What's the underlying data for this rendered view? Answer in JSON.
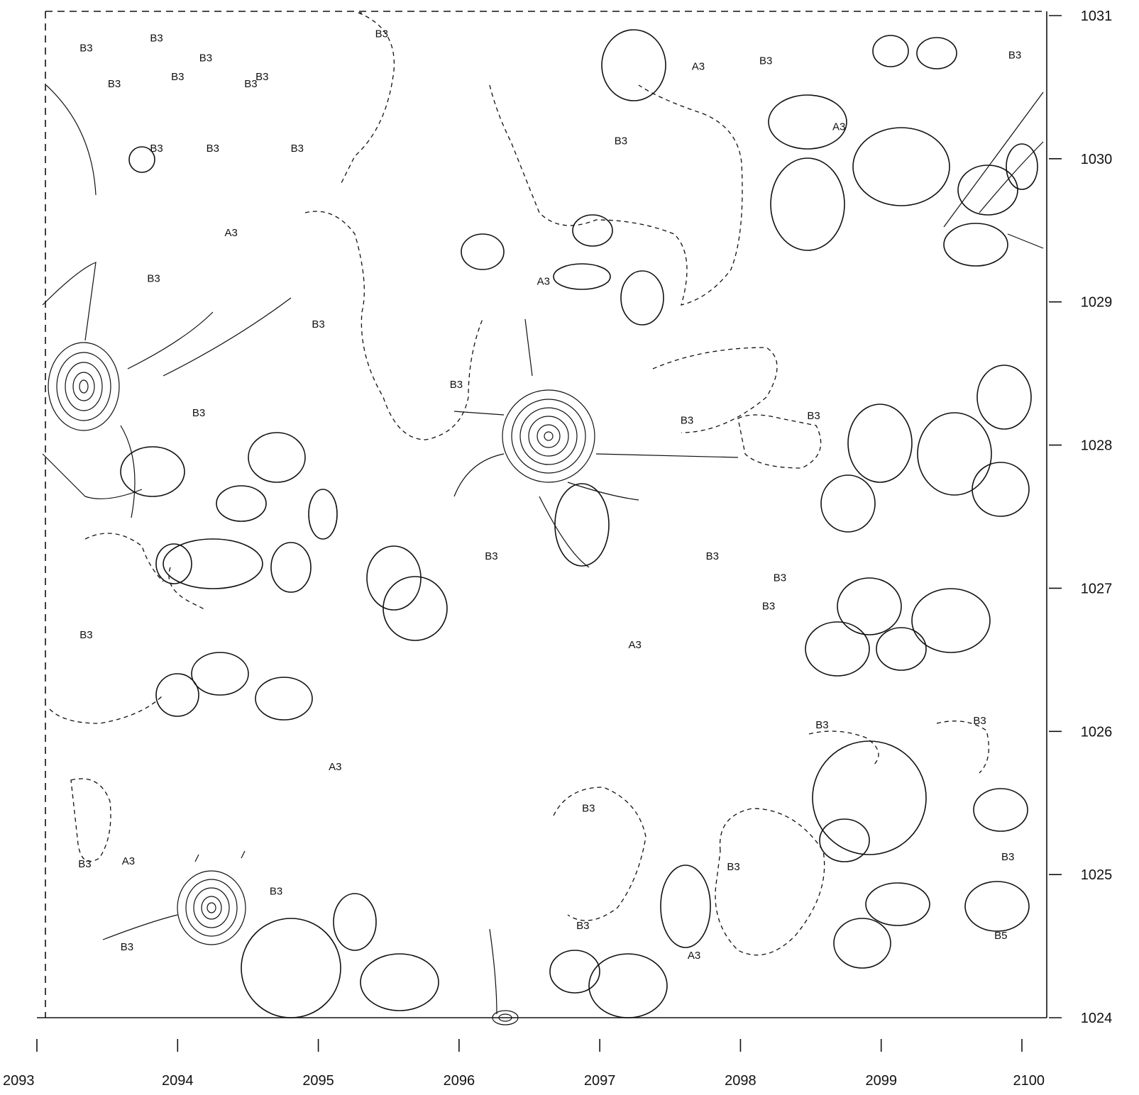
{
  "x_axis": {
    "labels": [
      "2093",
      "2094",
      "2095",
      "2096",
      "2097",
      "2098",
      "2099",
      "2100"
    ]
  },
  "y_axis": {
    "labels": [
      "1031",
      "1030",
      "1029",
      "1028",
      "1027",
      "1026",
      "1025",
      "1024"
    ]
  },
  "zones": [
    {
      "label": "B3",
      "gx": 0.35,
      "gy": 6.75
    },
    {
      "label": "B3",
      "gx": 0.85,
      "gy": 6.82
    },
    {
      "label": "B3",
      "gx": 1.2,
      "gy": 6.68
    },
    {
      "label": "B3",
      "gx": 1.6,
      "gy": 6.55
    },
    {
      "label": "B3",
      "gx": 0.55,
      "gy": 6.5
    },
    {
      "label": "B3",
      "gx": 1.0,
      "gy": 6.55
    },
    {
      "label": "B3",
      "gx": 1.52,
      "gy": 6.5
    },
    {
      "label": "B3",
      "gx": 2.45,
      "gy": 6.85
    },
    {
      "label": "A3",
      "gx": 4.7,
      "gy": 6.62
    },
    {
      "label": "B3",
      "gx": 5.18,
      "gy": 6.66
    },
    {
      "label": "A3",
      "gx": 5.7,
      "gy": 6.2
    },
    {
      "label": "B3",
      "gx": 6.95,
      "gy": 6.7
    },
    {
      "label": "B3",
      "gx": 0.85,
      "gy": 6.05
    },
    {
      "label": "B3",
      "gx": 1.25,
      "gy": 6.05
    },
    {
      "label": "B3",
      "gx": 1.85,
      "gy": 6.05
    },
    {
      "label": "B3",
      "gx": 4.15,
      "gy": 6.1
    },
    {
      "label": "A3",
      "gx": 1.38,
      "gy": 5.46
    },
    {
      "label": "A3",
      "gx": 3.6,
      "gy": 5.12
    },
    {
      "label": "B3",
      "gx": 0.83,
      "gy": 5.14
    },
    {
      "label": "B3",
      "gx": 2.0,
      "gy": 4.82
    },
    {
      "label": "B3",
      "gx": 2.98,
      "gy": 4.4
    },
    {
      "label": "B3",
      "gx": 1.15,
      "gy": 4.2
    },
    {
      "label": "B3",
      "gx": 4.62,
      "gy": 4.15
    },
    {
      "label": "B3",
      "gx": 5.52,
      "gy": 4.18
    },
    {
      "label": "B3",
      "gx": 3.23,
      "gy": 3.2
    },
    {
      "label": "B3",
      "gx": 4.8,
      "gy": 3.2
    },
    {
      "label": "B3",
      "gx": 0.35,
      "gy": 2.65
    },
    {
      "label": "A3",
      "gx": 4.25,
      "gy": 2.58
    },
    {
      "label": "B3",
      "gx": 5.28,
      "gy": 3.05
    },
    {
      "label": "B3",
      "gx": 5.2,
      "gy": 2.85
    },
    {
      "label": "B3",
      "gx": 5.58,
      "gy": 2.02
    },
    {
      "label": "B3",
      "gx": 6.7,
      "gy": 2.05
    },
    {
      "label": "A3",
      "gx": 2.12,
      "gy": 1.73
    },
    {
      "label": "B3",
      "gx": 3.92,
      "gy": 1.44
    },
    {
      "label": "A3",
      "gx": 0.65,
      "gy": 1.07
    },
    {
      "label": "B3",
      "gx": 0.34,
      "gy": 1.05
    },
    {
      "label": "B3",
      "gx": 1.7,
      "gy": 0.86
    },
    {
      "label": "B3",
      "gx": 4.95,
      "gy": 1.03
    },
    {
      "label": "B3",
      "gx": 3.88,
      "gy": 0.62
    },
    {
      "label": "A3",
      "gx": 4.67,
      "gy": 0.41
    },
    {
      "label": "B3",
      "gx": 6.9,
      "gy": 1.1
    },
    {
      "label": "B5",
      "gx": 6.85,
      "gy": 0.55
    },
    {
      "label": "B3",
      "gx": 0.64,
      "gy": 0.47
    }
  ]
}
